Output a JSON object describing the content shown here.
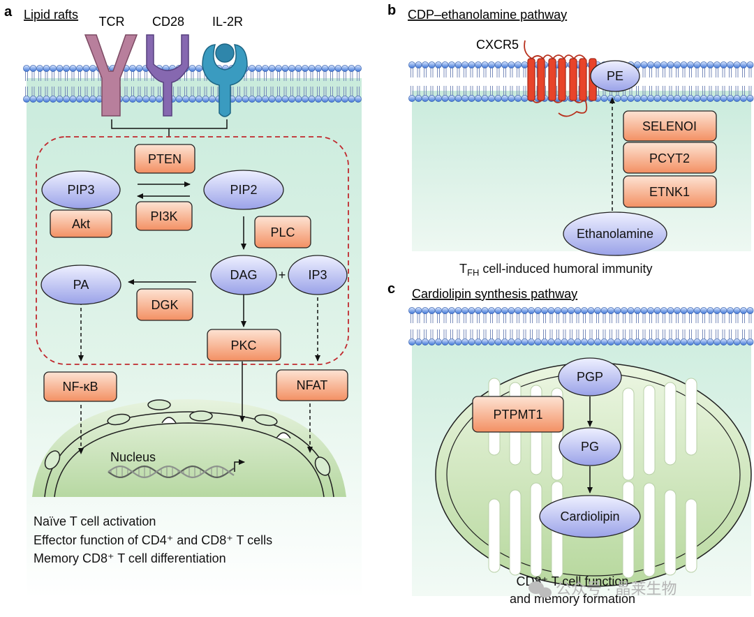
{
  "panel_a": {
    "letter": "a",
    "title": "Lipid rafts",
    "receptors": [
      "TCR",
      "CD28",
      "IL-2R"
    ],
    "enzymes": {
      "pten": "PTEN",
      "akt": "Akt",
      "pi3k": "PI3K",
      "plc": "PLC",
      "dgk": "DGK",
      "pkc": "PKC",
      "nfkb": "NF-κB",
      "nfat": "NFAT"
    },
    "lipids": {
      "pip3": "PIP3",
      "pip2": "PIP2",
      "pa": "PA",
      "dag": "DAG",
      "ip3": "IP3"
    },
    "plus": "+",
    "nucleus": "Nucleus",
    "outcomes": [
      "Naïve T cell activation",
      "Effector function of CD4⁺ and CD8⁺ T cells",
      "Memory CD8⁺ T cell differentiation"
    ]
  },
  "panel_b": {
    "letter": "b",
    "title": "CDP–ethanolamine pathway",
    "receptor": "CXCR5",
    "lipid_pe": "PE",
    "enzymes": [
      "SELENOI",
      "PCYT2",
      "ETNK1"
    ],
    "substrate": "Ethanolamine",
    "outcome_prefix": "T",
    "outcome_sub": "FH",
    "outcome_rest": " cell-induced humoral immunity"
  },
  "panel_c": {
    "letter": "c",
    "title": "Cardiolipin synthesis pathway",
    "enzyme": "PTPMT1",
    "lipids": [
      "PGP",
      "PG",
      "Cardiolipin"
    ],
    "outcome": [
      "CD8⁺ T cell function",
      "and memory formation"
    ]
  },
  "watermark": "公众号 · 晶莱生物",
  "colors": {
    "enzyme_fill": "#f6a27a",
    "lipid_fill": "#b9bff0",
    "cytoplasm": "#d9f0e4",
    "raft_border": "#c0282d",
    "tcr": "#b87f9c",
    "cd28": "#8668b0",
    "il2r": "#3a9bc0",
    "cxcr5": "#e8442a"
  }
}
